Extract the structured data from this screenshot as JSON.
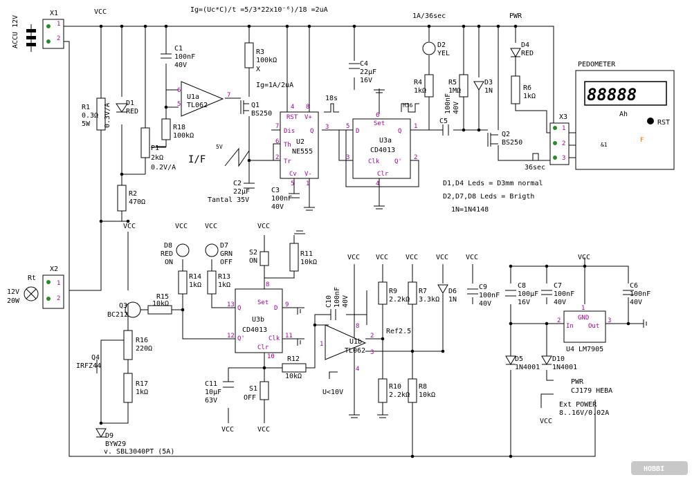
{
  "formula": "Ig=(Uc*C)/t  =5/3*22x10⁻⁶)/18 =2uA",
  "connectors": {
    "x1": "X1",
    "x2": "X2",
    "x3": "X3",
    "pin1": "1",
    "pin2": "2",
    "pin3": "3"
  },
  "accu": "ACCU 12V",
  "vcc": "VCC",
  "rt": {
    "name": "Rt",
    "spec1": "12V",
    "spec2": "20W"
  },
  "r1": {
    "name": "R1",
    "val": "0.3Ω",
    "pw": "5W",
    "note": "0.3V/A"
  },
  "d1": {
    "name": "D1",
    "val": "RED"
  },
  "r2": {
    "name": "R2",
    "val": "470Ω"
  },
  "p1": {
    "name": "P1",
    "val": "2kΩ",
    "note": "0.2V/A"
  },
  "c1": {
    "name": "C1",
    "val": "100nF",
    "v": "40V"
  },
  "r18": {
    "name": "R18",
    "val": "100kΩ"
  },
  "u1a": {
    "name": "U1a",
    "val": "TL062"
  },
  "r3": {
    "name": "R3",
    "val": "100kΩ",
    "x": "X"
  },
  "ig": "Ig=1A/2uA",
  "q1": {
    "name": "Q1",
    "val": "BS250"
  },
  "if": "I/F",
  "sv": "5V",
  "c2": {
    "name": "C2",
    "val": "22μF",
    "type": "Tantal 35V"
  },
  "u2": {
    "name": "U2",
    "val": "NE555",
    "rst": "RST",
    "vp": "V+",
    "dis": "Dis",
    "th": "Th",
    "tr": "Tr",
    "cv": "Cv",
    "vm": "V-",
    "q": "Q"
  },
  "c3": {
    "name": "C3",
    "val": "100nF",
    "v": "40V"
  },
  "t18": "18s",
  "u3a": {
    "name": "U3a",
    "val": "CD4013",
    "set": "Set",
    "d": "D",
    "q": "Q",
    "clk": "Clk",
    "qn": "Q'",
    "clr": "Clr"
  },
  "c4": {
    "name": "C4",
    "val": "22μF",
    "v": "16V"
  },
  "h36": "H36",
  "top1a": "1A/36sec",
  "d2": {
    "name": "D2",
    "val": "YEL"
  },
  "r4": {
    "name": "R4",
    "val": "1kΩ"
  },
  "c5": {
    "name": "C5",
    "val": "100nF",
    "v": "40V"
  },
  "r5": {
    "name": "R5",
    "val": "1MΩ"
  },
  "d3": {
    "name": "D3",
    "val": "1N"
  },
  "q2": {
    "name": "Q2",
    "val": "BS250"
  },
  "t36": "36sec",
  "pwr": "PWR",
  "d4": {
    "name": "D4",
    "val": "RED"
  },
  "r6": {
    "name": "R6",
    "val": "1kΩ"
  },
  "pedometer": {
    "title": "PEDOMETER",
    "digits": "88888",
    "unit": "Ah",
    "rst": "RST",
    "f": "F",
    "amp": "&1"
  },
  "notes": [
    "D1,D4 Leds = D3mm normal",
    "D2,D7,D8 Leds = Brigth",
    "1N=1N4148"
  ],
  "d8": {
    "name": "D8",
    "val": "RED",
    "state": "ON"
  },
  "d7": {
    "name": "D7",
    "val": "GRN",
    "state": "OFF"
  },
  "s2": {
    "name": "S2",
    "state": "ON"
  },
  "r11": {
    "name": "R11",
    "val": "10kΩ"
  },
  "r14": {
    "name": "R14",
    "val": "1kΩ"
  },
  "r13": {
    "name": "R13",
    "val": "1kΩ"
  },
  "r15": {
    "name": "R15",
    "val": "10kΩ"
  },
  "q3": {
    "name": "Q3",
    "val": "BC212"
  },
  "u3b": {
    "name": "U3b",
    "val": "CD4013",
    "set": "Set",
    "q": "Q",
    "d": "D",
    "qn": "Q'",
    "clk": "Clk",
    "clr": "Clr"
  },
  "r12": {
    "name": "R12",
    "val": "10kΩ"
  },
  "c11": {
    "name": "C11",
    "val": "10μF",
    "v": "63V"
  },
  "s1": {
    "name": "S1",
    "state": "OFF"
  },
  "r16": {
    "name": "R16",
    "val": "220Ω"
  },
  "q4": {
    "name": "Q4",
    "val": "IRFZ44"
  },
  "r17": {
    "name": "R17",
    "val": "1kΩ"
  },
  "d9": {
    "name": "D9",
    "val": "BYW29"
  },
  "sbl": "v. SBL3040PT (5A)",
  "c10": {
    "name": "C10",
    "val": "100nF",
    "v": "40V"
  },
  "u1b": {
    "name": "U1b",
    "val": "TL062"
  },
  "ref": "Ref2.5",
  "u10": "U<10V",
  "r9": {
    "name": "R9",
    "val": "2.2kΩ"
  },
  "r7": {
    "name": "R7",
    "val": "3.3kΩ"
  },
  "d6": {
    "name": "D6",
    "val": "1N"
  },
  "c9": {
    "name": "C9",
    "val": "100nF",
    "v": "40V"
  },
  "r10": {
    "name": "R10",
    "val": "2.2kΩ"
  },
  "r8": {
    "name": "R8",
    "val": "10kΩ"
  },
  "c8": {
    "name": "C8",
    "val": "100μF",
    "v": "16V"
  },
  "c7": {
    "name": "C7",
    "val": "100nF",
    "v": "40V"
  },
  "c6": {
    "name": "C6",
    "val": "100nF",
    "v": "40V"
  },
  "u4": {
    "name": "U4",
    "val": "LM7905",
    "gnd": "GND",
    "in": "In",
    "out": "Out"
  },
  "d5": {
    "name": "D5",
    "val": "1N4001"
  },
  "d10": {
    "name": "D10",
    "val": "1N4001"
  },
  "jack": {
    "name": "PWR",
    "val": "CJ179 HEBA",
    "ext": "Ext POWER",
    "range": "8..16V/0.02A"
  },
  "logo": "HOBBI"
}
